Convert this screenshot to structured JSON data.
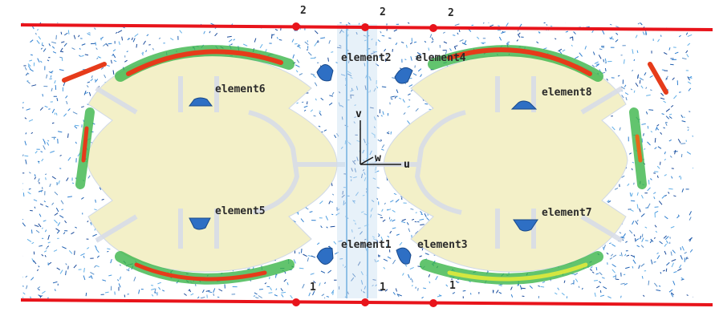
{
  "view": {
    "elements": [
      {
        "key": "element1",
        "label": "element1"
      },
      {
        "key": "element2",
        "label": "element2"
      },
      {
        "key": "element3",
        "label": "element3"
      },
      {
        "key": "element4",
        "label": "element4"
      },
      {
        "key": "element5",
        "label": "element5"
      },
      {
        "key": "element6",
        "label": "element6"
      },
      {
        "key": "element7",
        "label": "element7"
      },
      {
        "key": "element8",
        "label": "element8"
      }
    ],
    "ports_top": [
      "2",
      "2",
      "2"
    ],
    "ports_bottom": [
      "1",
      "1",
      "1"
    ],
    "axes": {
      "u": "u",
      "v": "v",
      "w": "w"
    }
  },
  "colors": {
    "substrate": "#f3f0c8",
    "feed_line": "#e8141b",
    "field_low": "#1f5fb0",
    "field_mid": "#3bb54a",
    "field_high": "#e63b1a",
    "element_marker": "#2e6fc4"
  }
}
